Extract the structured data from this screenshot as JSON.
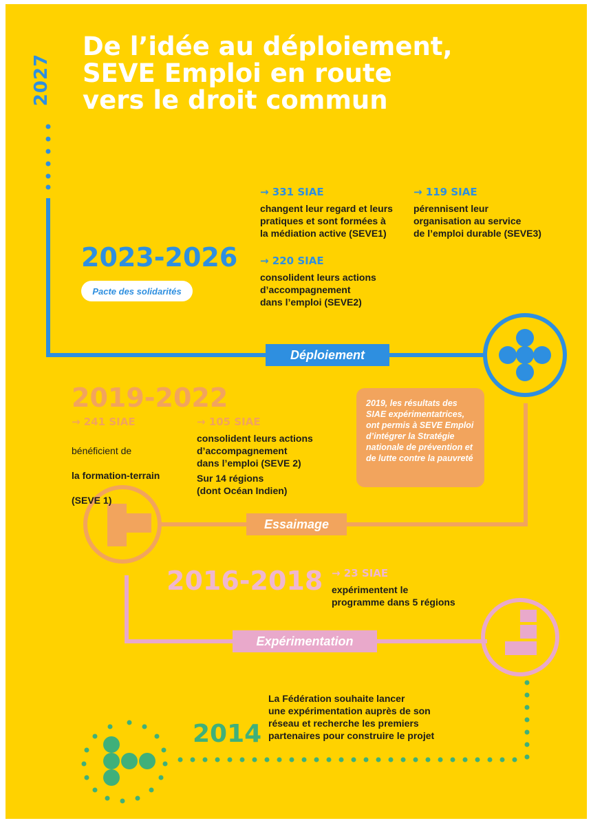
{
  "header": {
    "year_vertical": "2027",
    "title_lines": [
      "De l’idée au déploiement,",
      "SEVE Emploi en route",
      "vers le droit commun"
    ]
  },
  "phases": {
    "deploiement": {
      "years": "2023-2026",
      "pill": "Pacte des solidarités",
      "tag": "Déploiement",
      "stats": [
        {
          "head": "→ 331 SIAE",
          "body": "changent leur regard et leurs\npratiques et sont formées à\nla médiation active (SEVE1)"
        },
        {
          "head": "→ 119 SIAE",
          "body": "pérennisent leur\norganisation au service\nde l’emploi durable (SEVE3)"
        },
        {
          "head": "→ 220 SIAE",
          "body": "consolident leurs actions\nd’accompagnement\ndans l’emploi (SEVE2)"
        }
      ]
    },
    "essaimage": {
      "years": "2019-2022",
      "tag": "Essaimage",
      "stat_241": {
        "head": "→ 241 SIAE",
        "line1": "bénéficient de",
        "line2": "la formation-terrain",
        "line3": "(SEVE 1)"
      },
      "stat_105": {
        "head": "→ 105 SIAE",
        "body": "consolident leurs actions\nd’accompagnement\ndans l’emploi (SEVE 2)",
        "extra": "Sur 14 régions\n(dont Océan Indien)"
      },
      "note": "2019, les résultats des SIAE expérimentatrices, ont permis à SEVE Emploi d’intégrer la Stratégie nationale de prévention et de lutte contre la pauvreté"
    },
    "experimentation": {
      "years": "2016-2018",
      "tag": "Expérimentation",
      "stat": {
        "head": "→ 23 SIAE",
        "body": "expérimentent le\nprogramme dans 5 régions"
      }
    },
    "origine": {
      "years": "2014",
      "text": "La Fédération souhaite lancer\nune expérimentation auprès de son\nréseau et recherche les premiers\npartenaires pour construire le projet"
    }
  },
  "colors": {
    "background": "#FFD200",
    "blue": "#2E8FE0",
    "orange": "#F2A45D",
    "pink": "#E9A9CB",
    "green": "#3FB07A"
  },
  "icons": {
    "deploiement": "blue-flower-dots-icon",
    "essaimage": "orange-cross-icon",
    "experimentation": "pink-block-icon",
    "origine": "green-dotted-circle-icon"
  }
}
